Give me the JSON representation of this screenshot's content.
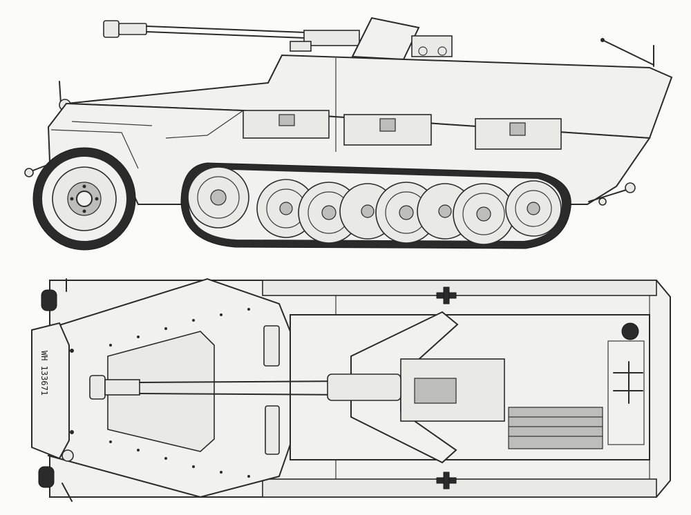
{
  "drawing": {
    "subject": "",
    "views": [
      "side-view",
      "top-view"
    ]
  },
  "markings": {
    "serial_number": "WH 133671"
  }
}
